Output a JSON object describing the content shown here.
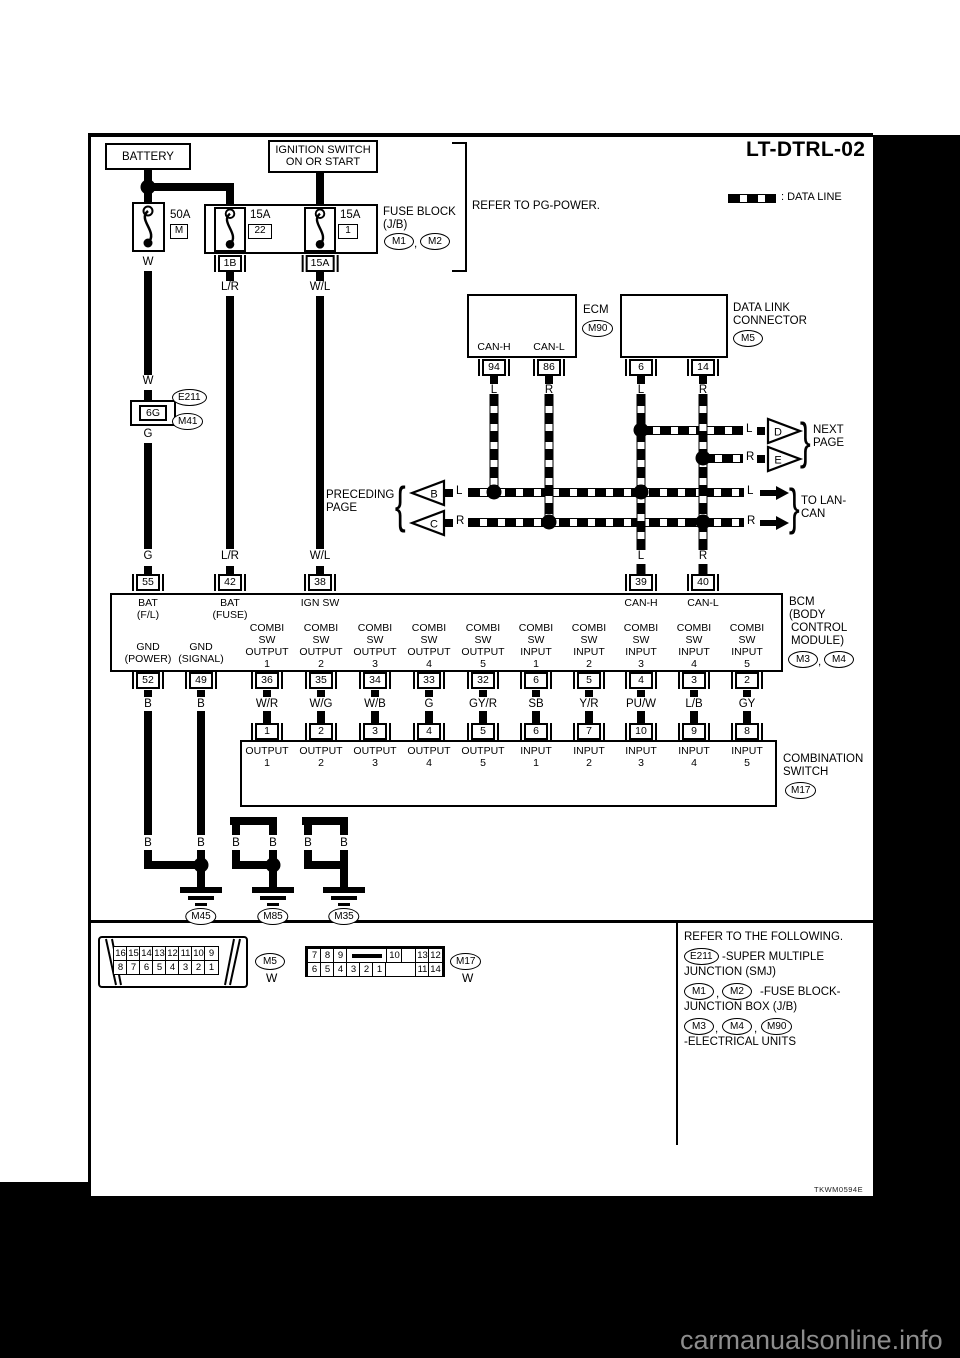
{
  "comma": ",",
  "glyphs": {
    "brace_open": "{",
    "brace_close": "}"
  },
  "colors": {
    "ink": "#000000",
    "paper": "#ffffff",
    "watermark_gray": "#8d8d8d"
  },
  "title": "LT-DTRL-02",
  "legend_label": ": DATA LINE",
  "drawing_code": "TKWM0594E",
  "watermark": "carmanualsonline.info",
  "power": {
    "battery": "BATTERY",
    "ignition1": "IGNITION SWITCH",
    "ignition2": "ON OR START",
    "refer": "REFER TO PG-POWER.",
    "fuse_block1": "FUSE BLOCK",
    "fuse_block2": "(J/B)",
    "m1": "M1",
    "m2": "M2",
    "fuse1_rating": "50A",
    "fuse1_slot": "M",
    "fuse2_rating": "15A",
    "fuse2_slot": "22",
    "fuse3_rating": "15A",
    "fuse3_slot": "1",
    "conn_1b": "1B",
    "conn_15a": "15A",
    "w1": "W",
    "w2": "L/R",
    "w3": "W/L"
  },
  "smj": {
    "wire_above": "W",
    "label": "6G",
    "e211": "E211",
    "m41": "M41",
    "wire_below": "G"
  },
  "ecm": {
    "label": "ECM",
    "conn": "M90",
    "canh": "CAN-H",
    "canl": "CAN-L",
    "pin_canh": "94",
    "pin_canl": "86",
    "wire_canh": "L",
    "wire_canl": "R"
  },
  "dlc": {
    "label1": "DATA LINK",
    "label2": "CONNECTOR",
    "conn": "M5",
    "pin_l": "6",
    "pin_r": "14",
    "wire_l": "L",
    "wire_r": "R"
  },
  "bus": {
    "b": "B",
    "c": "C",
    "d": "D",
    "e": "E",
    "wire_b": "L",
    "wire_c": "R",
    "wire_d": "L",
    "wire_e": "R",
    "out_l": "L",
    "out_r": "R",
    "next1": "NEXT",
    "next2": "PAGE",
    "prev1": "PRECEDING",
    "prev2": "PAGE",
    "lan1": "TO LAN-",
    "lan2": "CAN"
  },
  "bcm": {
    "name1": "BCM",
    "name2": "(BODY",
    "name3": "CONTROL",
    "name4": "MODULE)",
    "m3": "M3",
    "m4": "M4",
    "top_pins": [
      {
        "wire": "G",
        "pin": "55",
        "l1": "BAT",
        "l2": "(F/L)"
      },
      {
        "wire": "L/R",
        "pin": "42",
        "l1": "BAT",
        "l2": "(FUSE)"
      },
      {
        "wire": "W/L",
        "pin": "38",
        "l1": "IGN SW",
        "l2": ""
      },
      {
        "wire": "L",
        "pin": "39",
        "l1": "CAN-H",
        "l2": ""
      },
      {
        "wire": "R",
        "pin": "40",
        "l1": "CAN-L",
        "l2": ""
      }
    ],
    "bottom_pins": [
      {
        "pin": "52",
        "l1": "GND",
        "l2": "(POWER)",
        "l3": "",
        "l4": "",
        "wire": "B"
      },
      {
        "pin": "49",
        "l1": "GND",
        "l2": "(SIGNAL)",
        "l3": "",
        "l4": "",
        "wire": "B"
      },
      {
        "pin": "36",
        "l1": "COMBI",
        "l2": "SW",
        "l3": "OUTPUT",
        "l4": "1",
        "wire": "W/R"
      },
      {
        "pin": "35",
        "l1": "COMBI",
        "l2": "SW",
        "l3": "OUTPUT",
        "l4": "2",
        "wire": "W/G"
      },
      {
        "pin": "34",
        "l1": "COMBI",
        "l2": "SW",
        "l3": "OUTPUT",
        "l4": "3",
        "wire": "W/B"
      },
      {
        "pin": "33",
        "l1": "COMBI",
        "l2": "SW",
        "l3": "OUTPUT",
        "l4": "4",
        "wire": "G"
      },
      {
        "pin": "32",
        "l1": "COMBI",
        "l2": "SW",
        "l3": "OUTPUT",
        "l4": "5",
        "wire": "GY/R"
      },
      {
        "pin": "6",
        "l1": "COMBI",
        "l2": "SW",
        "l3": "INPUT",
        "l4": "1",
        "wire": "SB"
      },
      {
        "pin": "5",
        "l1": "COMBI",
        "l2": "SW",
        "l3": "INPUT",
        "l4": "2",
        "wire": "Y/R"
      },
      {
        "pin": "4",
        "l1": "COMBI",
        "l2": "SW",
        "l3": "INPUT",
        "l4": "3",
        "wire": "PU/W"
      },
      {
        "pin": "3",
        "l1": "COMBI",
        "l2": "SW",
        "l3": "INPUT",
        "l4": "4",
        "wire": "L/B"
      },
      {
        "pin": "2",
        "l1": "COMBI",
        "l2": "SW",
        "l3": "INPUT",
        "l4": "5",
        "wire": "GY"
      }
    ]
  },
  "cs": {
    "name1": "COMBINATION",
    "name2": "SWITCH",
    "conn": "M17",
    "pins": [
      {
        "pin": "1",
        "l1": "OUTPUT",
        "l2": "1"
      },
      {
        "pin": "2",
        "l1": "OUTPUT",
        "l2": "2"
      },
      {
        "pin": "3",
        "l1": "OUTPUT",
        "l2": "3"
      },
      {
        "pin": "4",
        "l1": "OUTPUT",
        "l2": "4"
      },
      {
        "pin": "5",
        "l1": "OUTPUT",
        "l2": "5"
      },
      {
        "pin": "6",
        "l1": "INPUT",
        "l2": "1"
      },
      {
        "pin": "7",
        "l1": "INPUT",
        "l2": "2"
      },
      {
        "pin": "10",
        "l1": "INPUT",
        "l2": "3"
      },
      {
        "pin": "9",
        "l1": "INPUT",
        "l2": "4"
      },
      {
        "pin": "8",
        "l1": "INPUT",
        "l2": "5"
      }
    ]
  },
  "grounds": {
    "b": [
      "B",
      "B",
      "B",
      "B",
      "B",
      "B"
    ],
    "g1": "M45",
    "g2": "M85",
    "g3": "M35"
  },
  "footer": {
    "m5_top": [
      "16",
      "15",
      "14",
      "13",
      "12",
      "11",
      "10",
      "9"
    ],
    "m5_bottom": [
      "8",
      "7",
      "6",
      "5",
      "4",
      "3",
      "2",
      "1"
    ],
    "m5_conn": "M5",
    "m5_color": "W",
    "m17_top": [
      "7",
      "8",
      "9",
      "10",
      "13",
      "12"
    ],
    "m17_bottom": [
      "6",
      "5",
      "4",
      "3",
      "2",
      "1",
      "11",
      "14"
    ],
    "m17_conn": "M17",
    "m17_color": "W",
    "refer_title": "REFER TO THE FOLLOWING.",
    "e211": "E211",
    "smj_text": "-SUPER MULTIPLE",
    "smj_text2": "JUNCTION (SMJ)",
    "m1": "M1",
    "m2": "M2",
    "jb_text": "-FUSE BLOCK-",
    "jb_text2": "JUNCTION BOX (J/B)",
    "m3": "M3",
    "m4": "M4",
    "m90": "M90",
    "elec_text": "-ELECTRICAL UNITS"
  }
}
